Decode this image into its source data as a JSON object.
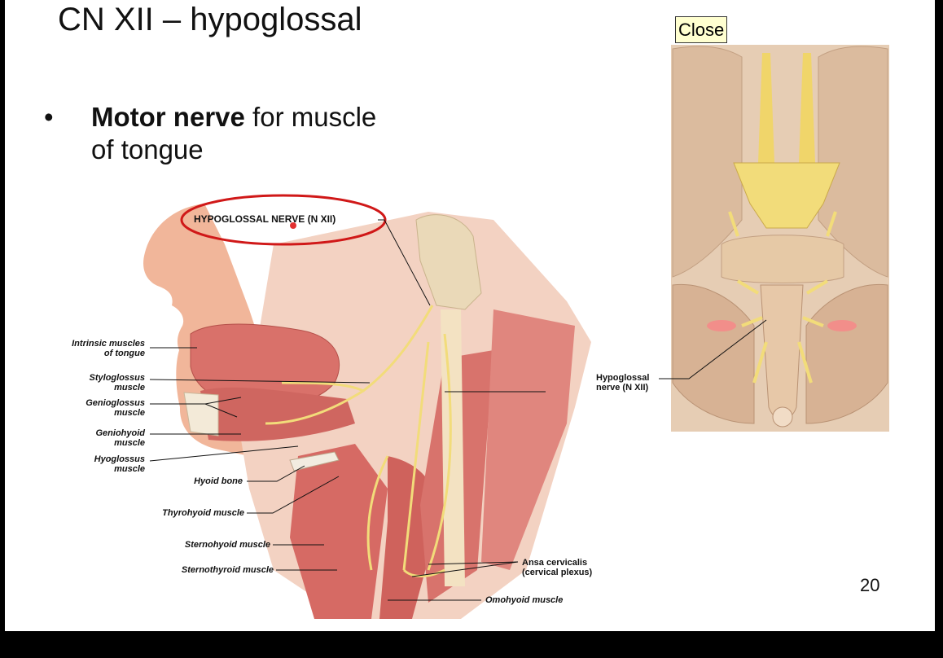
{
  "slide": {
    "title": "CN XII – hypoglossal",
    "bullet_symbol": "•",
    "bullet_bold": "Motor nerve",
    "bullet_rest": " for muscle",
    "bullet_line2": "of tongue",
    "page_number": "20"
  },
  "overlay": {
    "close_label": "Close"
  },
  "neck_figure": {
    "callout": "HYPOGLOSSAL NERVE (N XII)",
    "labels": {
      "intrinsic_1": "Intrinsic muscles",
      "intrinsic_2": "of tongue",
      "styloglossus_1": "Styloglossus",
      "styloglossus_2": "muscle",
      "genioglossus_1": "Genioglossus",
      "genioglossus_2": "muscle",
      "geniohyoid_1": "Geniohyoid",
      "geniohyoid_2": "muscle",
      "hyoglossus_1": "Hyoglossus",
      "hyoglossus_2": "muscle",
      "hyoid_bone": "Hyoid bone",
      "thyrohyoid": "Thyrohyoid muscle",
      "sternohyoid": "Sternohyoid muscle",
      "sternothyroid": "Sternothyroid muscle",
      "ansa_1": "Ansa cervicalis",
      "ansa_2": "(cervical plexus)",
      "omohyoid": "Omohyoid muscle"
    }
  },
  "brain_figure": {
    "label_1": "Hypoglossal",
    "label_2": "nerve (N XII)"
  },
  "colors": {
    "background": "#000000",
    "slide": "#ffffff",
    "close_button": "#ffffd0",
    "callout_ring": "#d01818",
    "muscle": "#d9716a",
    "nerve": "#f2dc7a",
    "brain": "#d9b89a"
  }
}
